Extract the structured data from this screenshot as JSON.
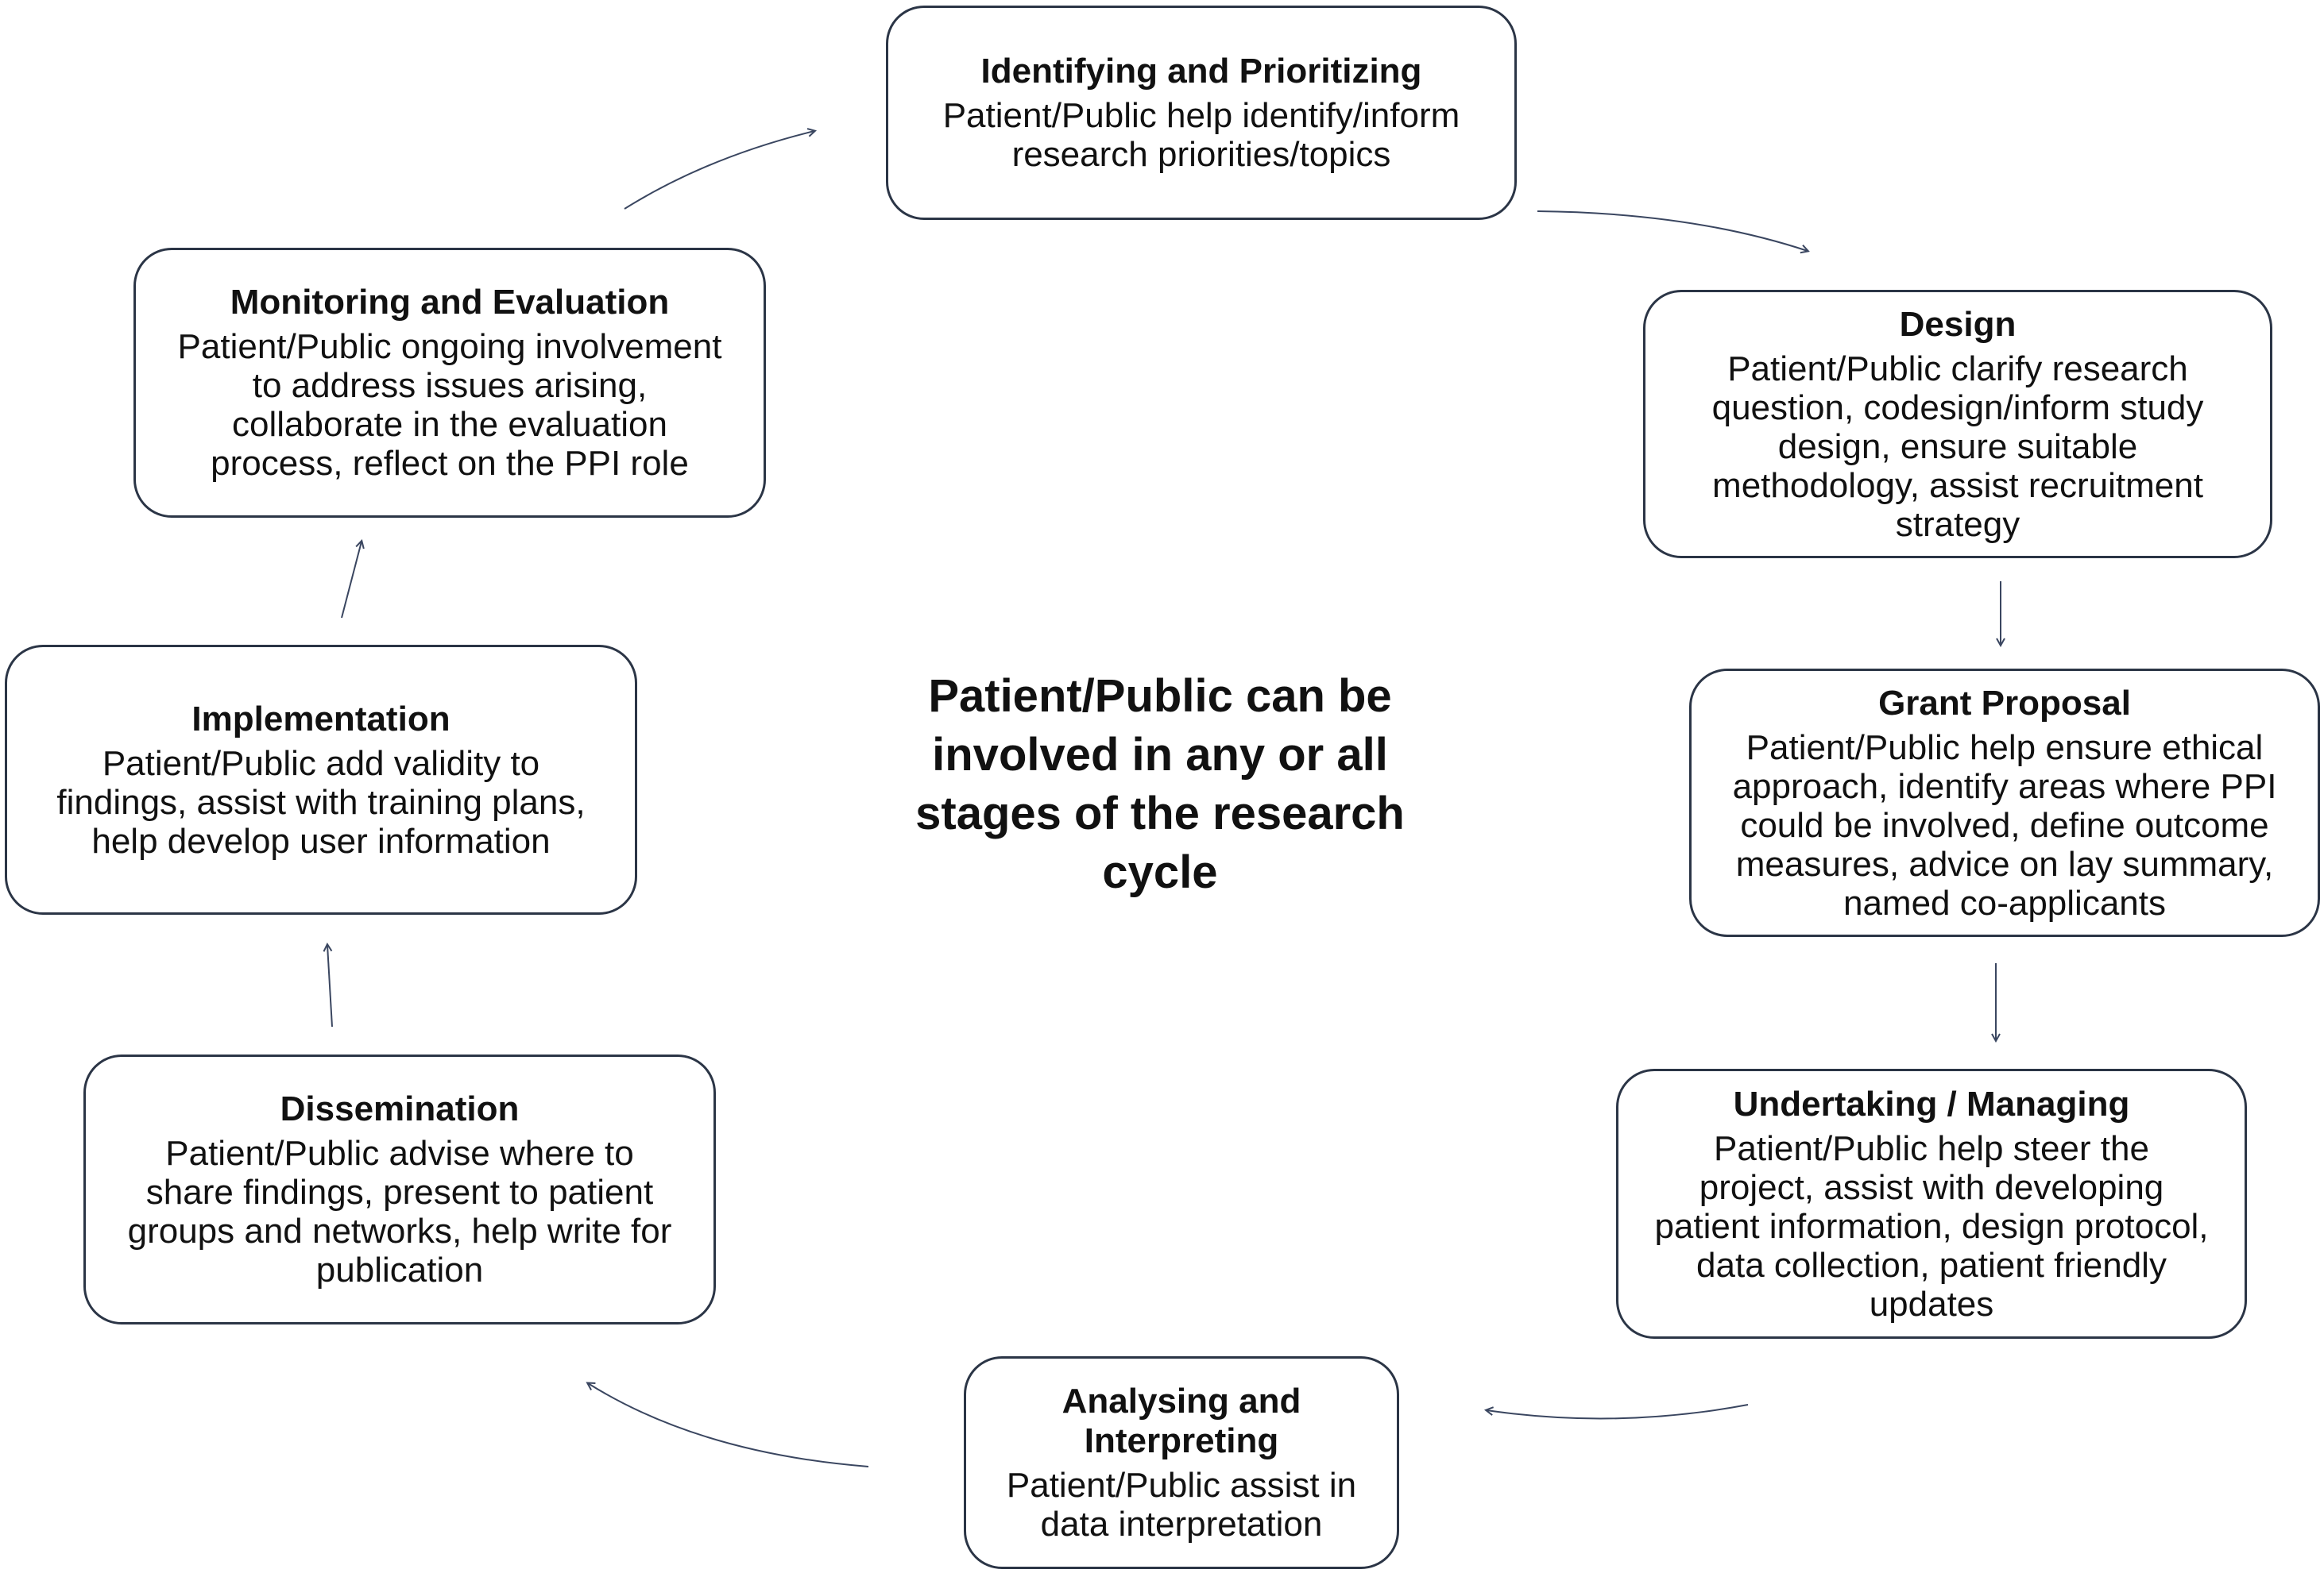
{
  "center": {
    "line1": "Patient/Public can be",
    "line2": "involved in any or all",
    "line3": "stages of the research",
    "line4": "cycle"
  },
  "stages": {
    "identifying": {
      "title": "Identifying and Prioritizing",
      "body": [
        "Patient/Public help identify/inform",
        "research priorities/topics"
      ]
    },
    "design": {
      "title": "Design",
      "body": [
        "Patient/Public clarify research",
        "question,  codesign/inform study",
        "design, ensure suitable",
        "methodology, assist recruitment",
        "strategy"
      ]
    },
    "grant": {
      "title": "Grant Proposal",
      "body": [
        "Patient/Public help ensure ethical",
        "approach, identify areas where PPI",
        "could be involved,  define outcome",
        "measures, advice on lay summary,",
        "named co-applicants"
      ]
    },
    "undertaking": {
      "title": "Undertaking / Managing",
      "body": [
        "Patient/Public help steer  the",
        "project, assist with developing",
        "patient information, design protocol,",
        "data collection, patient friendly",
        "updates"
      ]
    },
    "analysing": {
      "title_line1": "Analysing and",
      "title_line2": "Interpreting",
      "body": [
        "Patient/Public assist in",
        "data interpretation"
      ]
    },
    "dissemination": {
      "title": "Dissemination",
      "body": [
        "Patient/Public advise where to",
        "share findings, present to patient",
        "groups and networks, help write for",
        "publication"
      ]
    },
    "implementation": {
      "title": "Implementation",
      "body": [
        "Patient/Public add validity to",
        "findings, assist with training plans,",
        "help develop user information"
      ]
    },
    "monitoring": {
      "title": "Monitoring and Evaluation",
      "body": [
        "Patient/Public ongoing involvement",
        "to  address issues arising,",
        "collaborate in the evaluation",
        "process, reflect on the PPI role"
      ]
    }
  },
  "colors": {
    "border": "#2b3546",
    "arrow": "#3a4660",
    "text": "#111111"
  }
}
